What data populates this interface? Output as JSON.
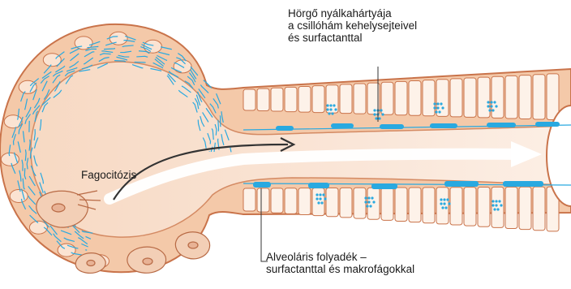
{
  "labels": {
    "bronchus_mucosa": {
      "line1": "Hörgő nyálkahártyája",
      "line2": "a csillóhám kehelysejteivel",
      "line3": "és surfactanttal"
    },
    "phagocytosis": "Fagocitózis",
    "alveolar_fluid": {
      "line1": "Alveoláris folyadék –",
      "line2": "surfactanttal és makrofágokkal"
    }
  },
  "colors": {
    "outer_wall": "#f4c7a6",
    "lumen": "#f9e3d3",
    "outline": "#c9734a",
    "surfactant": "#29a9e0",
    "cells": "#fdf2e9",
    "arrow_dark": "#333333"
  }
}
